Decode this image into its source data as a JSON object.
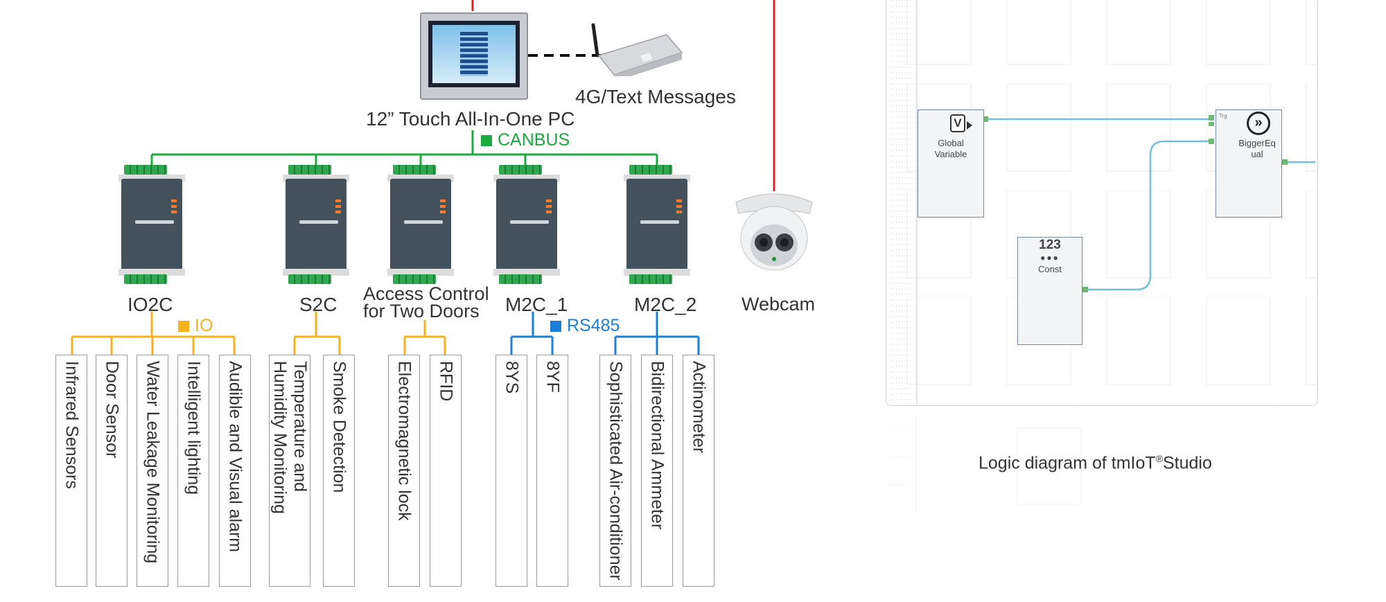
{
  "top_device": {
    "caption": "12” Touch All-In-One PC"
  },
  "messaging": {
    "caption": "4G/Text Messages"
  },
  "bus": {
    "canbus": "CANBUS",
    "io": "IO",
    "rs485": "RS485"
  },
  "colors": {
    "canbus": "#1aab3f",
    "io": "#f5b21b",
    "rs485": "#1a7fd8",
    "power": "#e02020",
    "link": "#6fc2d6"
  },
  "modules": [
    {
      "label": "IO2C"
    },
    {
      "label": "S2C"
    },
    {
      "label": "Access Control\nfor Two Doors"
    },
    {
      "label": "M2C_1"
    },
    {
      "label": "M2C_2"
    }
  ],
  "webcam": {
    "caption": "Webcam"
  },
  "sensors": [
    {
      "label": "Infrared Sensors"
    },
    {
      "label": "Door Sensor"
    },
    {
      "label": "Water Leakage Monitoring"
    },
    {
      "label": "Intelligent lighting"
    },
    {
      "label": "Audible and Visual alarm"
    },
    {
      "label": "Temperature and\nHumidity Monitoring"
    },
    {
      "label": "Smoke Detection"
    },
    {
      "label": "Electromagnetic lock"
    },
    {
      "label": "RFID"
    },
    {
      "label": "8YS"
    },
    {
      "label": "8YF"
    },
    {
      "label": "Sophisticated Air-conditioner"
    },
    {
      "label": "Bidirectional Ammeter"
    },
    {
      "label": "Actinometer"
    }
  ],
  "logic": {
    "caption_main": "Logic diagram of tmIoT",
    "caption_reg": "®",
    "caption_tail": "Studio",
    "blocks": [
      {
        "label": "Global\nVariable",
        "icon": "variable-icon",
        "icon_text": "V"
      },
      {
        "label": "BiggerEq\nual",
        "icon": "compare-icon"
      },
      {
        "label": "Const",
        "icon": "const-icon",
        "icon_text": "123"
      }
    ],
    "ports": {
      "trg": "Trg"
    }
  }
}
